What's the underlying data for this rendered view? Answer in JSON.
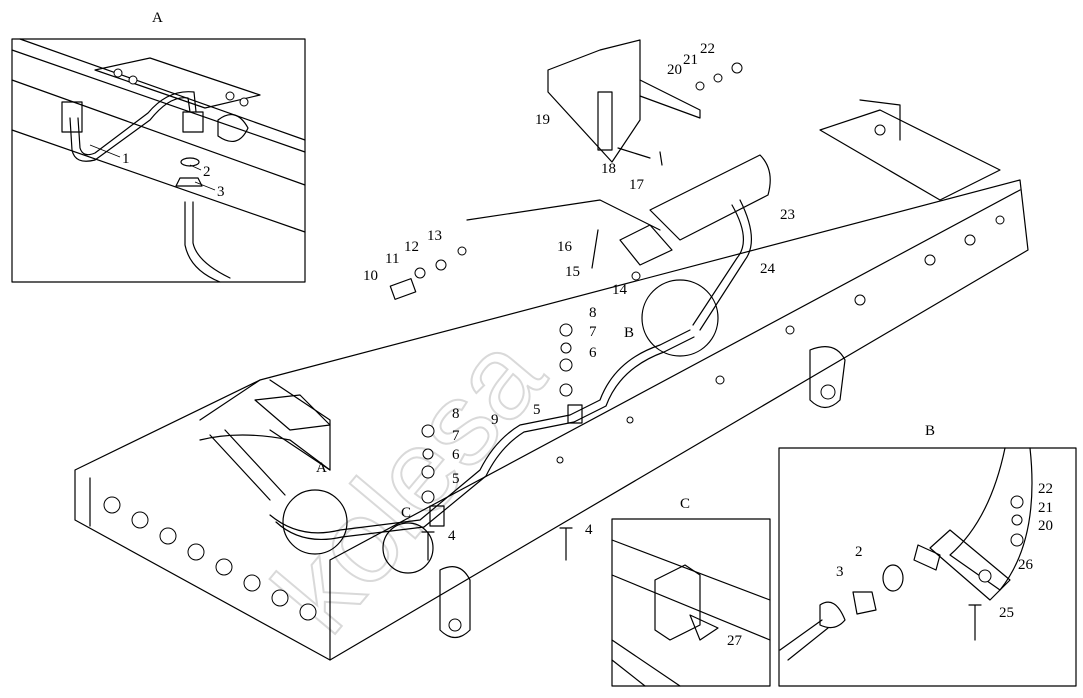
{
  "watermark": "kolesa",
  "insets": {
    "a_title": "A",
    "b_title": "B",
    "c_title": "C"
  },
  "callouts": [
    {
      "id": "a-1",
      "text": "1"
    },
    {
      "id": "a-2",
      "text": "2"
    },
    {
      "id": "a-3",
      "text": "3"
    },
    {
      "id": "title-a",
      "text": "A"
    },
    {
      "id": "view-a",
      "text": "A"
    },
    {
      "id": "view-b",
      "text": "B"
    },
    {
      "id": "view-c",
      "text": "C"
    },
    {
      "id": "title-b",
      "text": "B"
    },
    {
      "id": "title-c",
      "text": "C"
    },
    {
      "id": "p4a",
      "text": "4"
    },
    {
      "id": "p4b",
      "text": "4"
    },
    {
      "id": "p5a",
      "text": "5"
    },
    {
      "id": "p5b",
      "text": "5"
    },
    {
      "id": "p6a",
      "text": "6"
    },
    {
      "id": "p6b",
      "text": "6"
    },
    {
      "id": "p7a",
      "text": "7"
    },
    {
      "id": "p7b",
      "text": "7"
    },
    {
      "id": "p8a",
      "text": "8"
    },
    {
      "id": "p8b",
      "text": "8"
    },
    {
      "id": "p9",
      "text": "9"
    },
    {
      "id": "p10",
      "text": "10"
    },
    {
      "id": "p11",
      "text": "11"
    },
    {
      "id": "p12",
      "text": "12"
    },
    {
      "id": "p13",
      "text": "13"
    },
    {
      "id": "p14",
      "text": "14"
    },
    {
      "id": "p15",
      "text": "15"
    },
    {
      "id": "p16",
      "text": "16"
    },
    {
      "id": "p17",
      "text": "17"
    },
    {
      "id": "p18",
      "text": "18"
    },
    {
      "id": "p19",
      "text": "19"
    },
    {
      "id": "p20",
      "text": "20"
    },
    {
      "id": "p21",
      "text": "21"
    },
    {
      "id": "p22",
      "text": "22"
    },
    {
      "id": "p23",
      "text": "23"
    },
    {
      "id": "p24",
      "text": "24"
    },
    {
      "id": "b2",
      "text": "2"
    },
    {
      "id": "b3",
      "text": "3"
    },
    {
      "id": "b20",
      "text": "20"
    },
    {
      "id": "b21",
      "text": "21"
    },
    {
      "id": "b22",
      "text": "22"
    },
    {
      "id": "b25",
      "text": "25"
    },
    {
      "id": "b26",
      "text": "26"
    },
    {
      "id": "c27",
      "text": "27"
    }
  ]
}
